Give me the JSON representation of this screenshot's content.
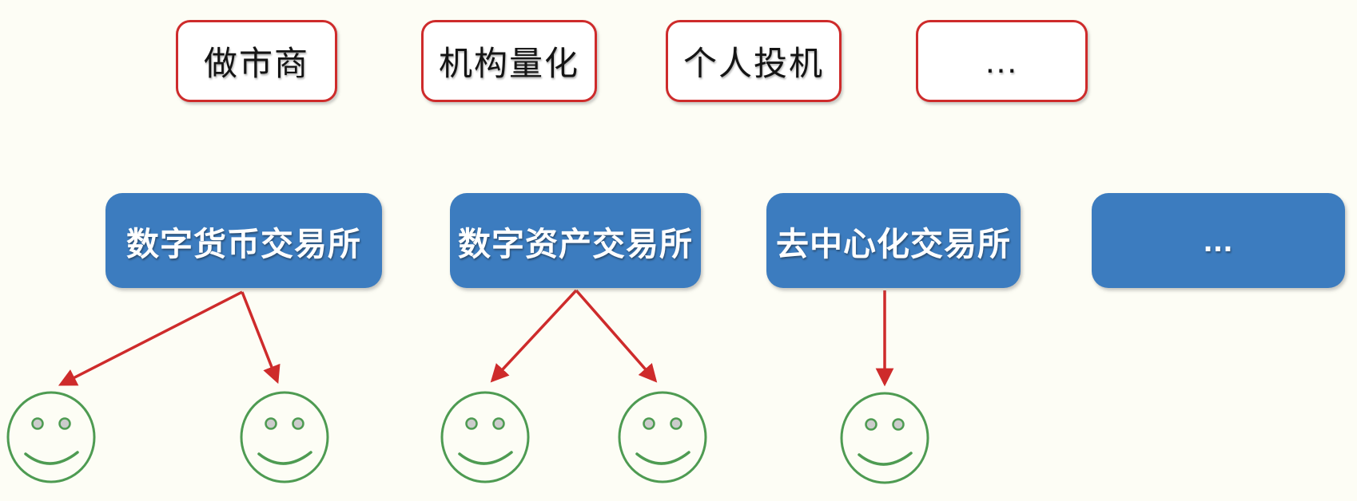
{
  "diagram": {
    "title": "crypto-exchange-participants-diagram",
    "background": "#FDFDF5",
    "palette": {
      "participant_border_red": "#CE2B2B",
      "arrow_red": "#CE2B2B",
      "exchange_blue": "#3C7CBF",
      "smiley_green": "#4E9B52",
      "smiley_eye_fill": "#CCCCCC",
      "participant_text": "#141414",
      "exchange_text": "#FFFFFF"
    },
    "participants": {
      "items": [
        {
          "label": "做市商"
        },
        {
          "label": "机构量化"
        },
        {
          "label": "个人投机"
        },
        {
          "label": "..."
        }
      ]
    },
    "exchanges": {
      "items": [
        {
          "label": "数字货币交易所"
        },
        {
          "label": "数字资产交易所"
        },
        {
          "label": "去中心化交易所"
        },
        {
          "label": "..."
        }
      ]
    },
    "traders": {
      "count": 5,
      "icon": "smiley-face"
    },
    "connections": [
      {
        "from": "数字货币交易所",
        "to": [
          "trader-1",
          "trader-2"
        ]
      },
      {
        "from": "数字资产交易所",
        "to": [
          "trader-3",
          "trader-4"
        ]
      },
      {
        "from": "去中心化交易所",
        "to": [
          "trader-5"
        ]
      }
    ]
  }
}
